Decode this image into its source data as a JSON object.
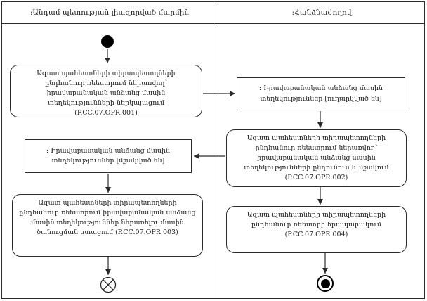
{
  "diagram": {
    "type": "uml-activity-swimlane",
    "lanes": [
      {
        "title": ":Անդամ պետության լիազորված մարմին"
      },
      {
        "title": ":Հանձնաժողով"
      }
    ],
    "nodes": {
      "opr001": {
        "kind": "activity",
        "label": "Ազատ պահեստների տիրապետողների ընդհանուր ռեեստրում ներառվող՝ իրավաբանական անձանց մասին տեղեկությունների ներկայացում (P.CC.07.OPR.001)"
      },
      "obj_sent": {
        "kind": "object",
        "label": ": Իրավաբանական անձանց մասին տեղեկություններ [ուղարկված են]"
      },
      "opr002": {
        "kind": "activity",
        "label": "Ազատ պահեստների տիրապետողների ընդհանուր ռեեստրում ներառվող՝ իրավաբանական անձանց մասին տեղեկությունների ընդունում և մշակում (P.CC.07.OPR.002)"
      },
      "obj_processed": {
        "kind": "object",
        "label": ": Իրավաբանական անձանց մասին տեղեկություններ [մշակված են]"
      },
      "opr003": {
        "kind": "activity",
        "label": "Ազատ պահեստների տիրապետողների ընդհանուր ռեեստրում իրավաբանական անձանց մասին տեղեկություններ ներառելու մասին ծանուցման ստացում (P.CC.07.OPR.003)"
      },
      "opr004": {
        "kind": "activity",
        "label": "Ազատ պահեստների տիրապետողների ընդհանուր ռեեստրի հրապարակում (P.CC.07.OPR.004)"
      }
    },
    "colors": {
      "line": "#2b2b2b",
      "background": "#ffffff",
      "node_fill": "#ffffff",
      "final_fill": "#000000"
    }
  }
}
